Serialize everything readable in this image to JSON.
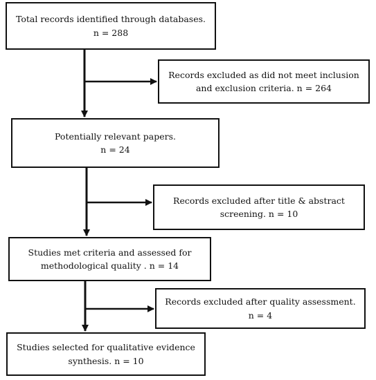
{
  "diagram": {
    "main_boxes": [
      {
        "line1": "Total records identified through databases.",
        "line2": "n = 288"
      },
      {
        "line1": "Potentially relevant papers.",
        "line2": "n = 24"
      },
      {
        "line1": "Studies met criteria and assessed for",
        "line2": "methodological quality . n = 14"
      },
      {
        "line1": "Studies selected for qualitative evidence",
        "line2": "synthesis. n = 10"
      }
    ],
    "excluded_boxes": [
      {
        "line1": "Records excluded as did not meet inclusion",
        "line2": "and exclusion criteria. n = 264"
      },
      {
        "line1": "Records excluded after title & abstract",
        "line2": "screening. n = 10"
      },
      {
        "line1": "Records excluded after quality assessment.",
        "line2": "n = 4"
      }
    ],
    "colors": {
      "line": "#111111",
      "box_fill": "#ffffff"
    }
  }
}
